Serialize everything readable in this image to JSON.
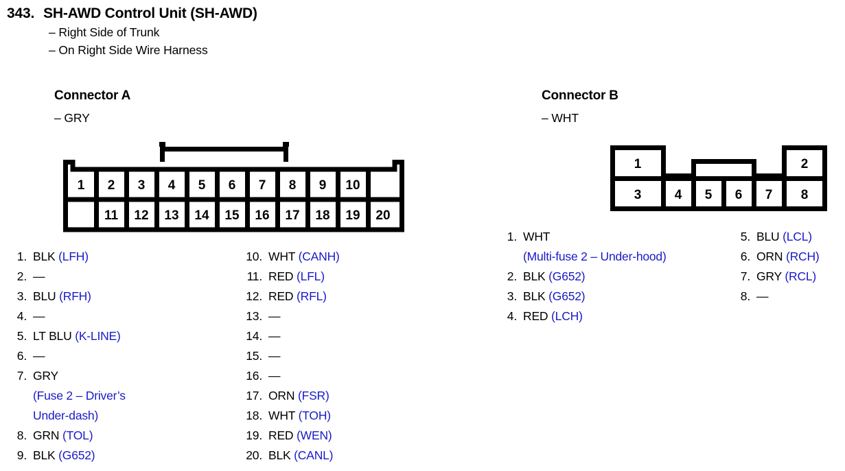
{
  "header": {
    "number": "343.",
    "title": "SH-AWD Control Unit (SH-AWD)",
    "locations": [
      "– Right Side of Trunk",
      "– On Right Side Wire Harness"
    ]
  },
  "connector_a": {
    "heading": "Connector A",
    "color_line": "– GRY",
    "pin_count": 20,
    "diagram": {
      "top_row": [
        "1",
        "2",
        "3",
        "4",
        "5",
        "6",
        "7",
        "8",
        "9",
        "10"
      ],
      "bottom_row": [
        "11",
        "12",
        "13",
        "14",
        "15",
        "16",
        "17",
        "18",
        "19",
        "20"
      ]
    },
    "pins_left": [
      {
        "num": "1.",
        "wire": "BLK",
        "sig": "(LFH)"
      },
      {
        "num": "2.",
        "wire": "—",
        "sig": ""
      },
      {
        "num": "3.",
        "wire": "BLU",
        "sig": "(RFH)"
      },
      {
        "num": "4.",
        "wire": "—",
        "sig": ""
      },
      {
        "num": "5.",
        "wire": "LT BLU",
        "sig": "(K-LINE)"
      },
      {
        "num": "6.",
        "wire": "—",
        "sig": ""
      },
      {
        "num": "7.",
        "wire": "GRY",
        "sig": "",
        "sig_lines": [
          "(Fuse 2 – Driver’s",
          "Under-dash)"
        ]
      },
      {
        "num": "8.",
        "wire": "GRN",
        "sig": "(TOL)"
      },
      {
        "num": "9.",
        "wire": "BLK",
        "sig": "(G652)"
      }
    ],
    "pins_right": [
      {
        "num": "10.",
        "wire": "WHT",
        "sig": "(CANH)"
      },
      {
        "num": "11.",
        "wire": "RED",
        "sig": "(LFL)"
      },
      {
        "num": "12.",
        "wire": "RED",
        "sig": "(RFL)"
      },
      {
        "num": "13.",
        "wire": "—",
        "sig": ""
      },
      {
        "num": "14.",
        "wire": "—",
        "sig": ""
      },
      {
        "num": "15.",
        "wire": "—",
        "sig": ""
      },
      {
        "num": "16.",
        "wire": "—",
        "sig": ""
      },
      {
        "num": "17.",
        "wire": "ORN",
        "sig": "(FSR)"
      },
      {
        "num": "18.",
        "wire": "WHT",
        "sig": "(TOH)"
      },
      {
        "num": "19.",
        "wire": "RED",
        "sig": "(WEN)"
      },
      {
        "num": "20.",
        "wire": "BLK",
        "sig": "(CANL)"
      }
    ]
  },
  "connector_b": {
    "heading": "Connector B",
    "color_line": "– WHT",
    "pin_count": 8,
    "diagram": {
      "top_row": [
        "1",
        "2"
      ],
      "bottom_row": [
        "3",
        "4",
        "5",
        "6",
        "7",
        "8"
      ]
    },
    "pins_left": [
      {
        "num": "1.",
        "wire": "WHT",
        "sig": "",
        "sig_lines": [
          "(Multi-fuse 2 – Under-hood)"
        ]
      },
      {
        "num": "2.",
        "wire": "BLK",
        "sig": "(G652)"
      },
      {
        "num": "3.",
        "wire": "BLK",
        "sig": "(G652)"
      },
      {
        "num": "4.",
        "wire": "RED",
        "sig": "(LCH)"
      }
    ],
    "pins_right": [
      {
        "num": "5.",
        "wire": "BLU",
        "sig": "(LCL)"
      },
      {
        "num": "6.",
        "wire": "ORN",
        "sig": "(RCH)"
      },
      {
        "num": "7.",
        "wire": "GRY",
        "sig": "(RCL)"
      },
      {
        "num": "8.",
        "wire": "—",
        "sig": ""
      }
    ]
  },
  "colors": {
    "signal_blue": "#1a1ac8",
    "ink_black": "#000000",
    "paper": "#ffffff"
  }
}
